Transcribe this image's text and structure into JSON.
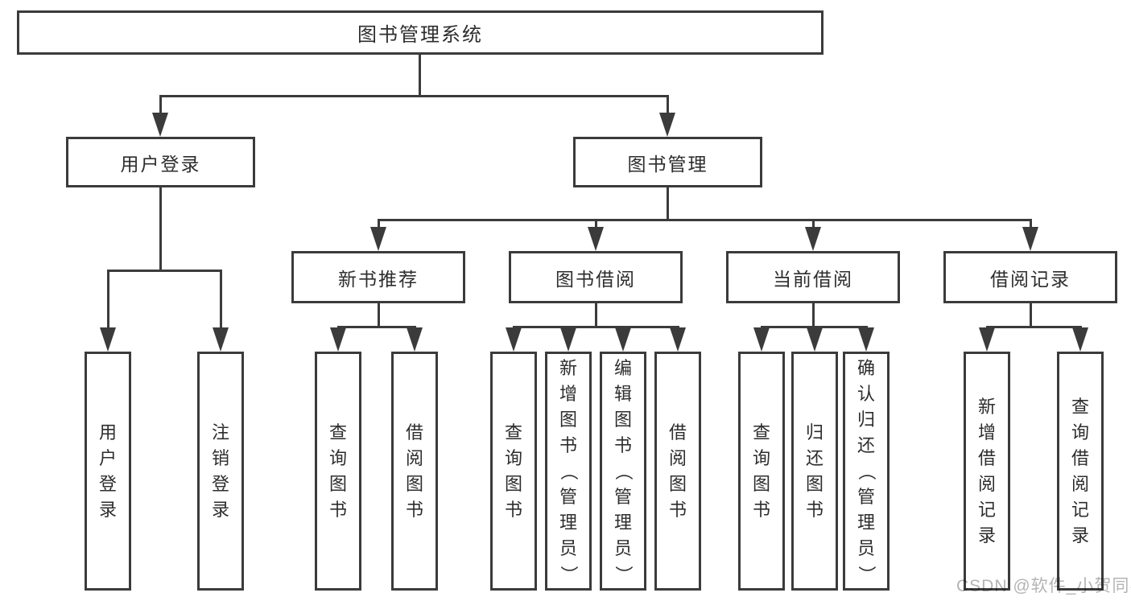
{
  "nodes": {
    "root": "图书管理系统",
    "level2": [
      "用户登录",
      "图书管理"
    ],
    "level3": [
      "新书推荐",
      "图书借阅",
      "当前借阅",
      "借阅记录"
    ],
    "leaves_user": [
      "用户登录",
      "注销登录"
    ],
    "leaves_recommend": [
      "查询图书",
      "借阅图书"
    ],
    "leaves_borrow": [
      "查询图书",
      "新增图书（管理员）",
      "编辑图书（管理员）",
      "借阅图书"
    ],
    "leaves_current": [
      "查询图书",
      "归还图书",
      "确认归还（管理员）"
    ],
    "leaves_records": [
      "新增借阅记录",
      "查询借阅记录"
    ]
  },
  "watermark": "CSDN @软件_小贺同学",
  "colors": {
    "line": "#3b3b3b",
    "text": "#2d2d2d",
    "watermark": "#b4b4b4",
    "background": "#ffffff"
  }
}
